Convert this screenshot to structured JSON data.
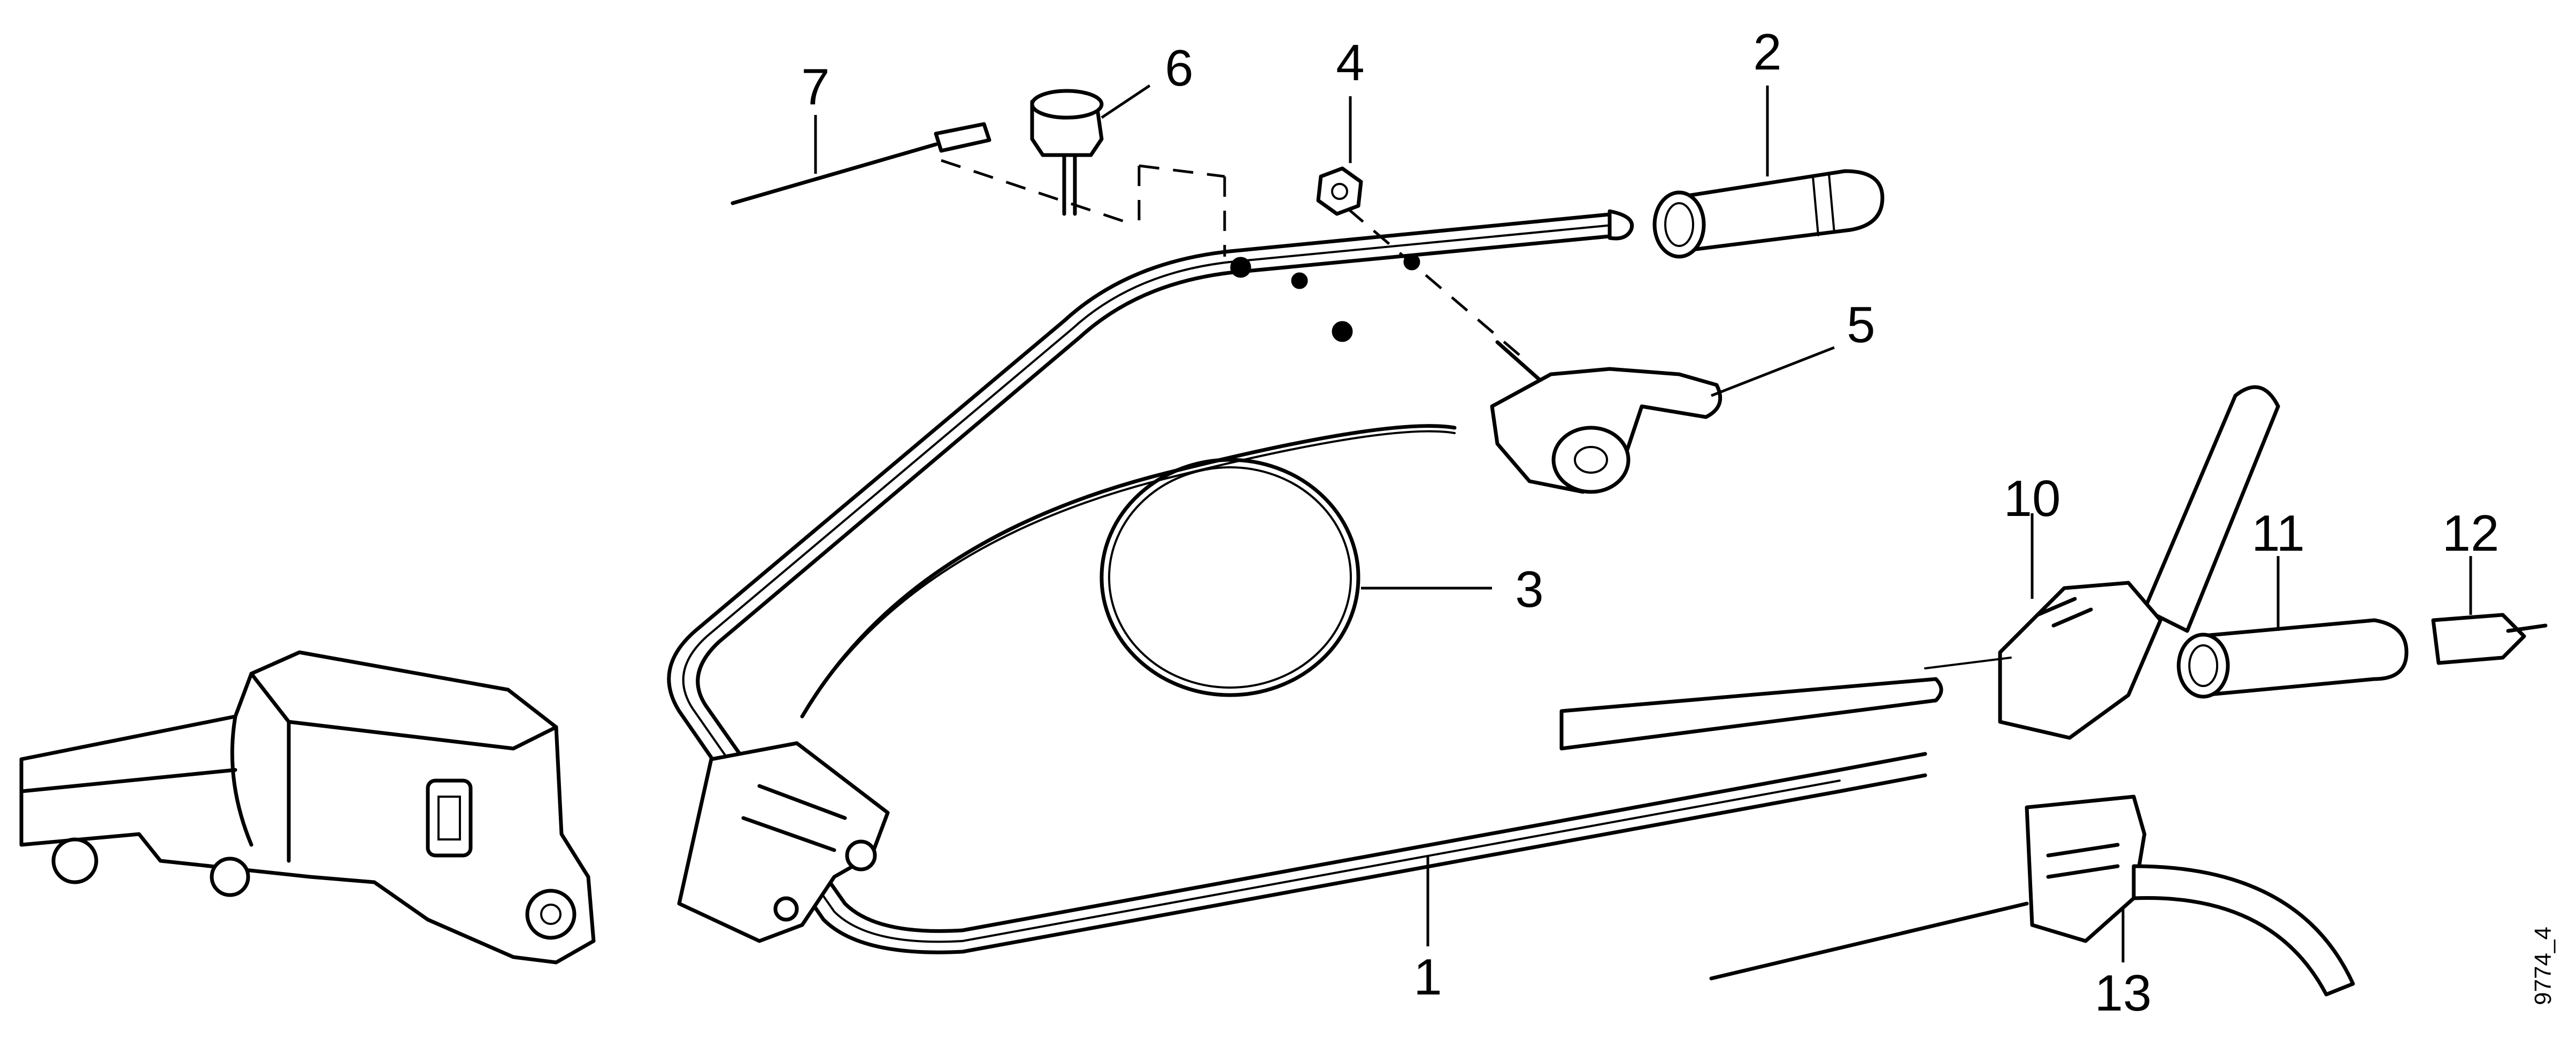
{
  "diagram": {
    "figure_code": "9774_4",
    "callouts": [
      {
        "id": "1",
        "label": "1"
      },
      {
        "id": "2",
        "label": "2"
      },
      {
        "id": "3",
        "label": "3"
      },
      {
        "id": "4",
        "label": "4"
      },
      {
        "id": "5",
        "label": "5"
      },
      {
        "id": "6",
        "label": "6"
      },
      {
        "id": "7",
        "label": "7"
      },
      {
        "id": "10",
        "label": "10"
      },
      {
        "id": "11",
        "label": "11"
      },
      {
        "id": "12",
        "label": "12"
      },
      {
        "id": "13",
        "label": "13"
      }
    ]
  }
}
